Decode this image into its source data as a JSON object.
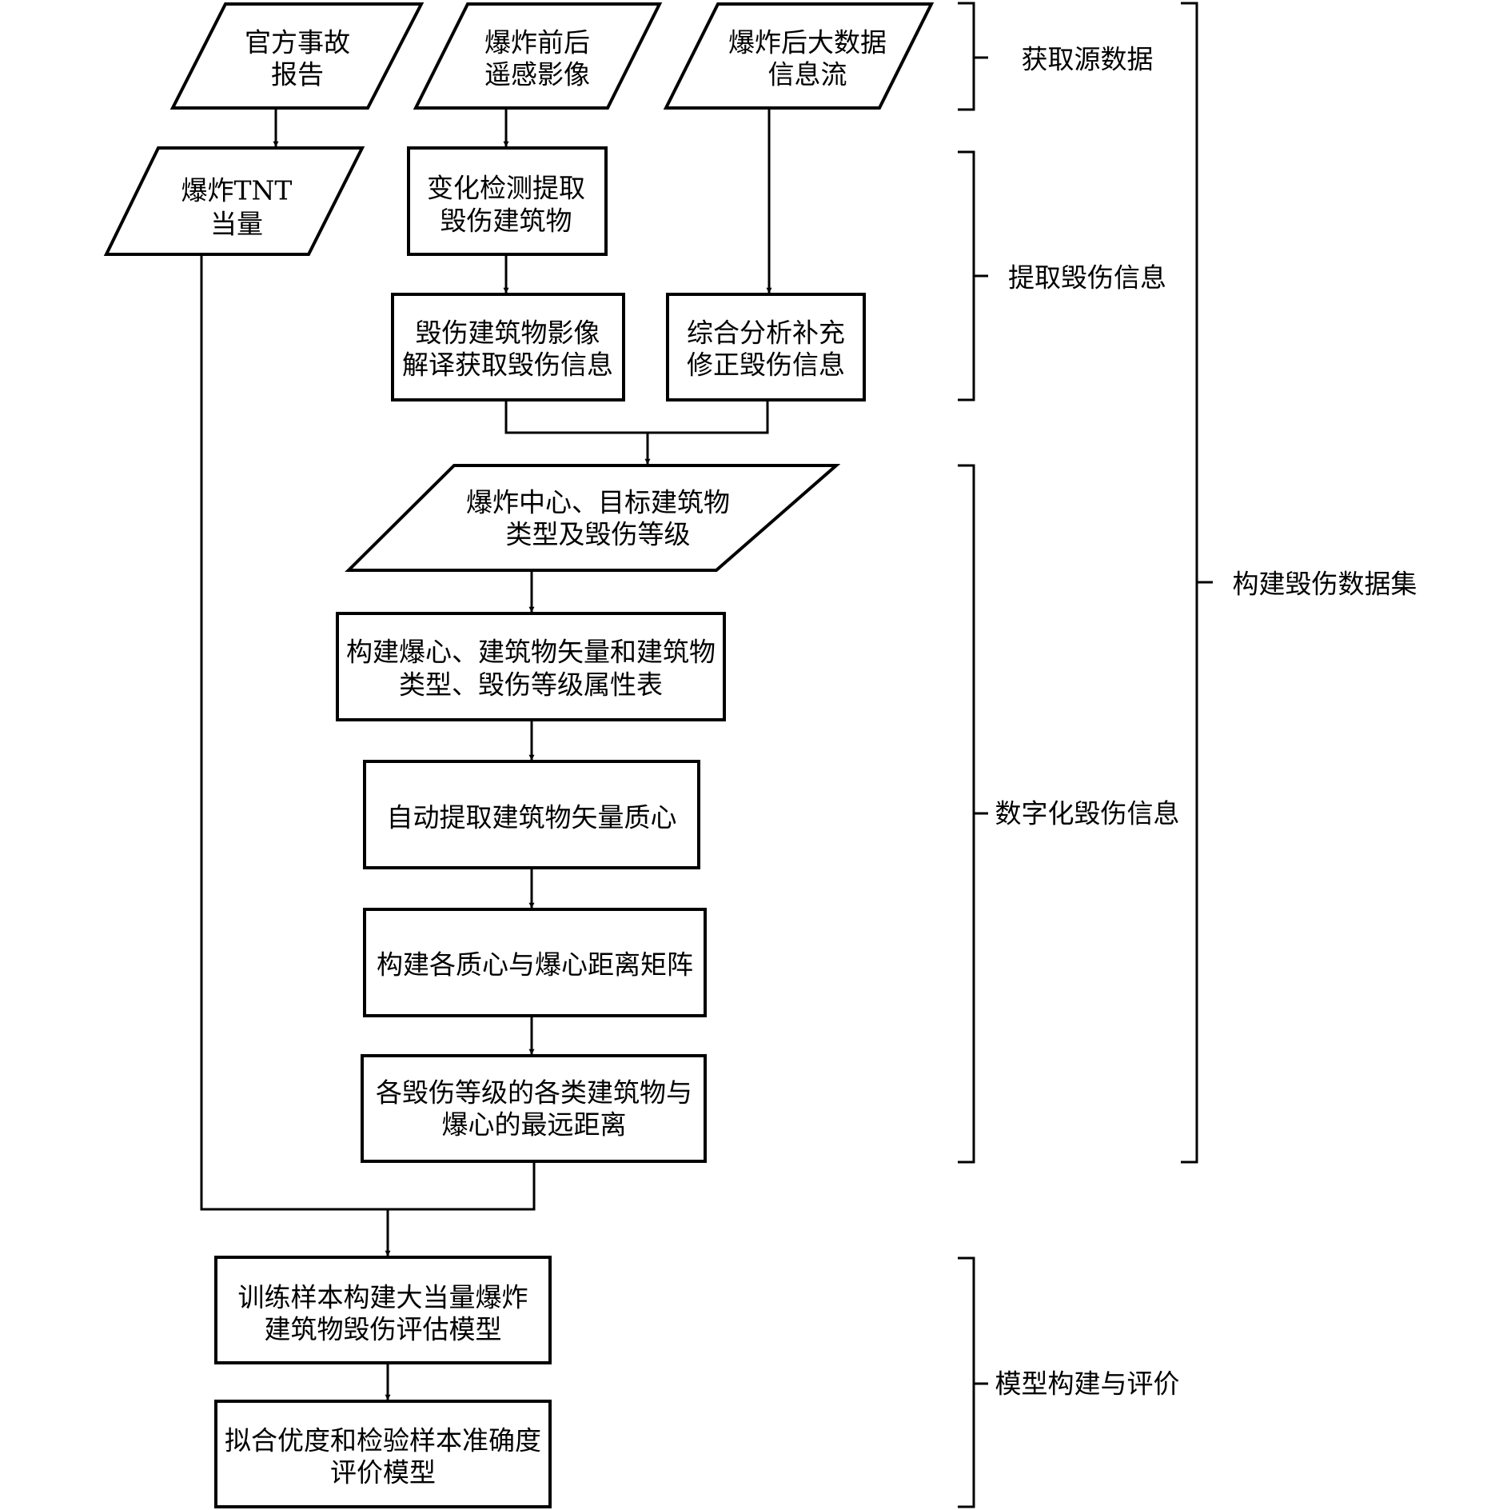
{
  "nodes": {
    "official_report": {
      "lines": [
        "官方事故",
        "报告"
      ],
      "shape": "parallelogram"
    },
    "rs_images": {
      "lines": [
        "爆炸前后",
        "遥感影像"
      ],
      "shape": "parallelogram"
    },
    "bigdata_stream": {
      "lines": [
        "爆炸后大数据",
        "信息流"
      ],
      "shape": "parallelogram"
    },
    "tnt_equivalent": {
      "lines": [
        "爆炸TNT",
        "当量"
      ],
      "shape": "parallelogram"
    },
    "change_detection": {
      "lines": [
        "变化检测提取",
        "毁伤建筑物"
      ],
      "shape": "rectangle"
    },
    "image_interpret": {
      "lines": [
        "毁伤建筑物影像",
        "解译获取毁伤信息"
      ],
      "shape": "rectangle"
    },
    "comprehensive": {
      "lines": [
        "综合分析补充",
        "修正毁伤信息"
      ],
      "shape": "rectangle"
    },
    "center_types": {
      "lines": [
        "爆炸中心、目标建筑物",
        "类型及毁伤等级"
      ],
      "shape": "parallelogram"
    },
    "attribute_table": {
      "lines": [
        "构建爆心、建筑物矢量和建筑物",
        "类型、毁伤等级属性表"
      ],
      "shape": "rectangle"
    },
    "centroid": {
      "lines": [
        "自动提取建筑物矢量质心"
      ],
      "shape": "rectangle"
    },
    "distance_matrix": {
      "lines": [
        "构建各质心与爆心距离矩阵"
      ],
      "shape": "rectangle"
    },
    "max_distance": {
      "lines": [
        "各毁伤等级的各类建筑物与",
        "爆心的最远距离"
      ],
      "shape": "rectangle"
    },
    "build_model": {
      "lines": [
        "训练样本构建大当量爆炸",
        "建筑物毁伤评估模型"
      ],
      "shape": "rectangle"
    },
    "evaluate_model": {
      "lines": [
        "拟合优度和检验样本准确度",
        "评价模型"
      ],
      "shape": "rectangle"
    }
  },
  "phases": {
    "acquire_source": "获取源数据",
    "extract_damage": "提取毁伤信息",
    "digitize_damage": "数字化毁伤信息",
    "model_evaluate": "模型构建与评价",
    "build_dataset": "构建毁伤数据集"
  }
}
